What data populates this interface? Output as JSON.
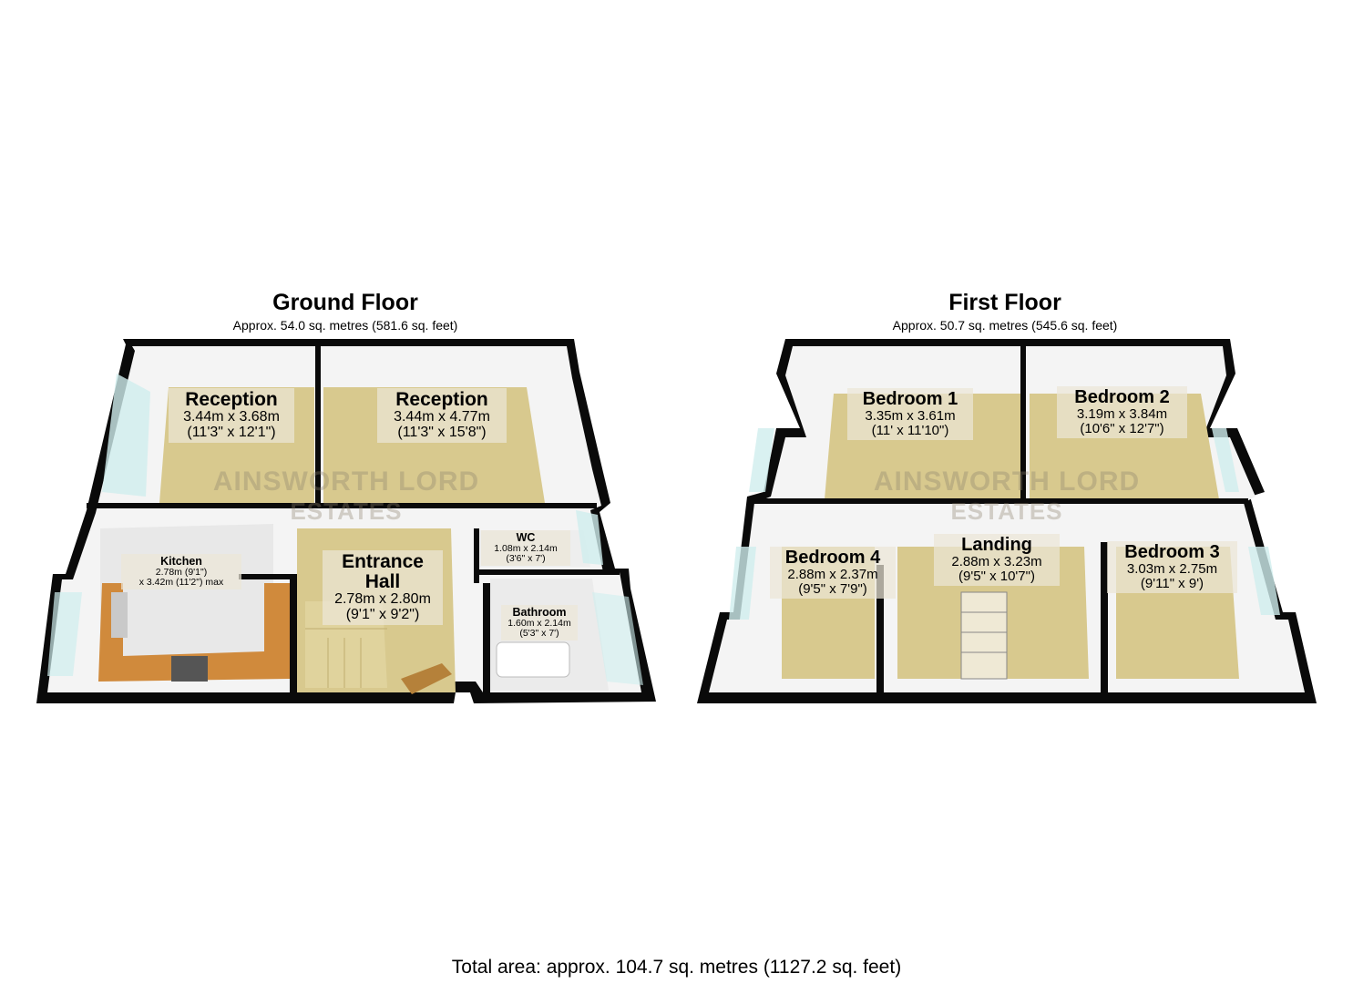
{
  "ground_floor": {
    "title": "Ground Floor",
    "area": "Approx. 54.0 sq. metres (581.6 sq. feet)",
    "rooms": [
      {
        "name": "Reception",
        "dim_m": "3.44m x 3.68m",
        "dim_ft": "(11'3\" x 12'1\")"
      },
      {
        "name": "Reception",
        "dim_m": "3.44m x 4.77m",
        "dim_ft": "(11'3\" x 15'8\")"
      },
      {
        "name": "Kitchen",
        "dim_m": "2.78m (9'1\")",
        "dim_ft": "x 3.42m (11'2\") max"
      },
      {
        "name": "Entrance Hall",
        "name_line1": "Entrance",
        "name_line2": "Hall",
        "dim_m": "2.78m x 2.80m",
        "dim_ft": "(9'1\" x 9'2\")"
      },
      {
        "name": "WC",
        "dim_m": "1.08m x 2.14m",
        "dim_ft": "(3'6\" x 7')"
      },
      {
        "name": "Bathroom",
        "dim_m": "1.60m x 2.14m",
        "dim_ft": "(5'3\" x 7')"
      }
    ]
  },
  "first_floor": {
    "title": "First Floor",
    "area": "Approx. 50.7 sq. metres (545.6 sq. feet)",
    "rooms": [
      {
        "name": "Bedroom 1",
        "dim_m": "3.35m x 3.61m",
        "dim_ft": "(11' x 11'10\")"
      },
      {
        "name": "Bedroom 2",
        "dim_m": "3.19m x 3.84m",
        "dim_ft": "(10'6\" x 12'7\")"
      },
      {
        "name": "Bedroom 4",
        "dim_m": "2.88m x 2.37m",
        "dim_ft": "(9'5\" x 7'9\")"
      },
      {
        "name": "Landing",
        "dim_m": "2.88m x 3.23m",
        "dim_ft": "(9'5\" x 10'7\")"
      },
      {
        "name": "Bedroom 3",
        "dim_m": "3.03m x 2.75m",
        "dim_ft": "(9'11\" x 9')"
      }
    ]
  },
  "watermark": {
    "line1": "AINSWORTH LORD",
    "line2": "ESTATES"
  },
  "total_area": "Total area: approx. 104.7 sq. metres (1127.2 sq. feet)",
  "colors": {
    "wall": "#0a0a0a",
    "inner_wall": "#f4f4f4",
    "floor": "#d8c98e",
    "kitchen_floor": "#e8e8e8",
    "worktop": "#d08a3c",
    "window": "#cfeeee"
  }
}
